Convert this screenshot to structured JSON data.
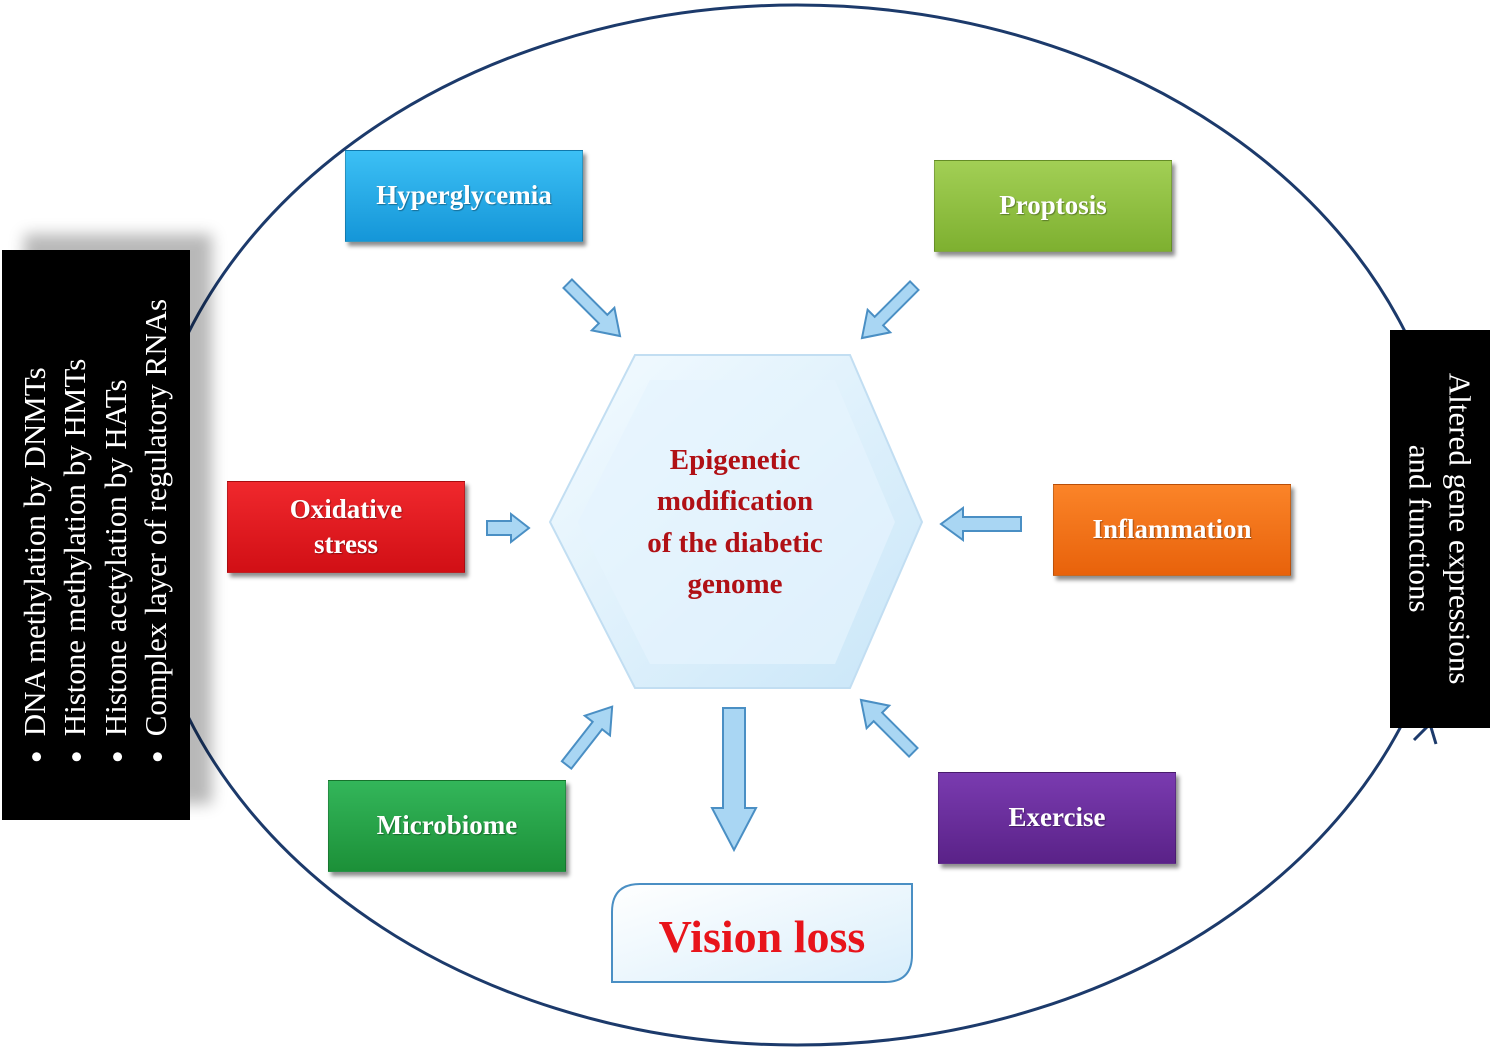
{
  "factors": {
    "hyperglycemia": "Hyperglycemia",
    "proptosis": "Proptosis",
    "oxidative_line1": "Oxidative",
    "oxidative_line2": "stress",
    "inflammation": "Inflammation",
    "microbiome": "Microbiome",
    "exercise": "Exercise"
  },
  "center": {
    "line1": "Epigenetic",
    "line2": "modification",
    "line3": "of the diabetic",
    "line4": "genome"
  },
  "outcome": "Vision loss",
  "left_panel": [
    "DNA methylation  by DNMTs",
    "Histone methylation by HMTs",
    "Histone acetylation by HATs",
    "Complex layer of regulatory RNAs"
  ],
  "right_panel": {
    "line1": "Altered gene expressions",
    "line2": "and functions"
  },
  "colors": {
    "hyperglycemia": "#1aa7e8",
    "proptosis": "#8fc13e",
    "oxidative": "#e3171d",
    "inflammation": "#f47216",
    "microbiome": "#25a347",
    "exercise": "#6a2d9c",
    "center_text": "#b01015",
    "vision_text": "#e8141b",
    "arrow_fill": "#a9d6f3",
    "arrow_stroke": "#4a8fc4",
    "ellipse": "#1c3a6b"
  }
}
